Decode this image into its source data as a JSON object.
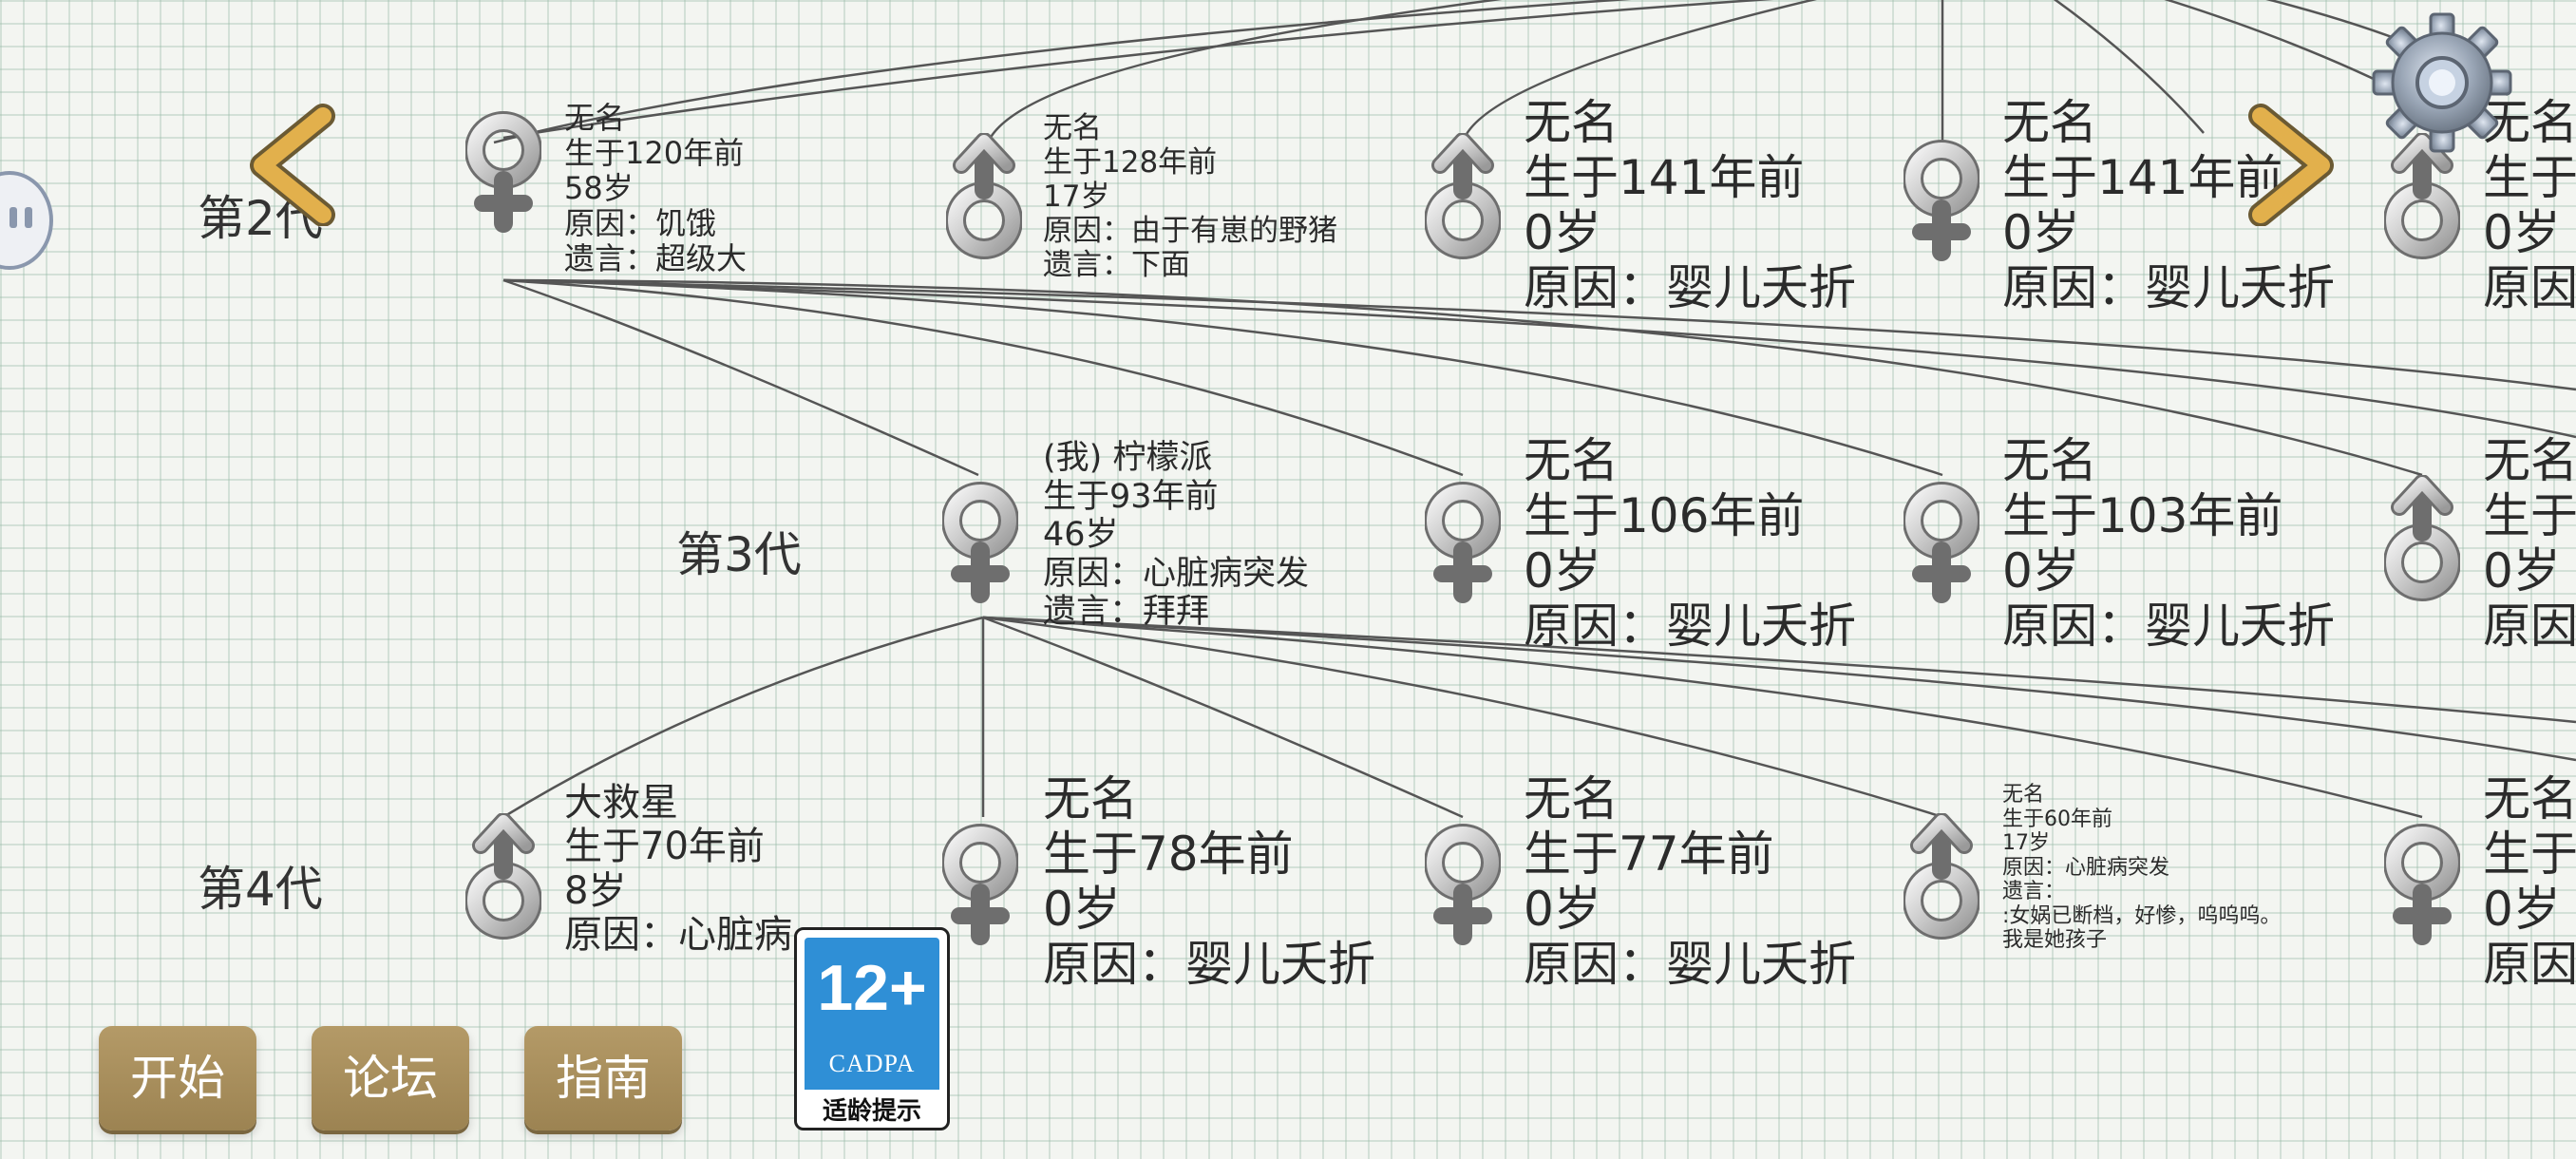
{
  "generations": [
    {
      "label": "第2代"
    },
    {
      "label": "第3代"
    },
    {
      "label": "第4代"
    }
  ],
  "tree": {
    "gen2": [
      {
        "symbol": "female",
        "lines": [
          "无名",
          "生于120年前",
          "58岁",
          "原因：饥饿",
          "遗言：超级大"
        ]
      },
      {
        "symbol": "male",
        "lines": [
          "无名",
          "生于128年前",
          "17岁",
          "原因：由于有崽的野猪",
          "遗言：下面"
        ]
      },
      {
        "symbol": "male",
        "lines": [
          "无名",
          "生于141年前",
          "0岁",
          "原因：婴儿夭折"
        ]
      },
      {
        "symbol": "female",
        "lines": [
          "无名",
          "生于141年前",
          "0岁",
          "原因：婴儿夭折"
        ]
      },
      {
        "symbol": "male",
        "lines": [
          "无名",
          "生于",
          "0岁",
          "原因"
        ]
      }
    ],
    "gen3": [
      {
        "symbol": "female",
        "lines": [
          "(我) 柠檬派",
          "生于93年前",
          "46岁",
          "原因：心脏病突发",
          "遗言：拜拜"
        ]
      },
      {
        "symbol": "female",
        "lines": [
          "无名",
          "生于106年前",
          "0岁",
          "原因：婴儿夭折"
        ]
      },
      {
        "symbol": "female",
        "lines": [
          "无名",
          "生于103年前",
          "0岁",
          "原因：婴儿夭折"
        ]
      },
      {
        "symbol": "male",
        "lines": [
          "无名",
          "生于",
          "0岁",
          "原因"
        ]
      }
    ],
    "gen4": [
      {
        "symbol": "male",
        "lines": [
          "大救星",
          "生于70年前",
          "8岁",
          "原因：心脏病"
        ]
      },
      {
        "symbol": "female",
        "lines": [
          "无名",
          "生于78年前",
          "0岁",
          "原因：婴儿夭折"
        ]
      },
      {
        "symbol": "female",
        "lines": [
          "无名",
          "生于77年前",
          "0岁",
          "原因：婴儿夭折"
        ]
      },
      {
        "symbol": "male",
        "lines": [
          "无名",
          "生于60年前",
          "17岁",
          "原因：心脏病突发",
          "遗言：",
          ":女娲已断档，好惨，呜呜呜。",
          "我是她孩子"
        ]
      },
      {
        "symbol": "female",
        "lines": [
          "无名",
          "生于",
          "0岁",
          "原因"
        ]
      }
    ]
  },
  "buttons": {
    "start": "开始",
    "forum": "论坛",
    "guide": "指南"
  },
  "age_rating": {
    "number": "12+",
    "org": "CADPA",
    "caption": "适龄提示"
  },
  "icons": {
    "prev": "chevron-left-icon",
    "next": "chevron-right-icon",
    "settings": "gear-icon",
    "side": "pause-icon",
    "female": "female-symbol-icon",
    "male": "male-symbol-icon"
  },
  "colors": {
    "grid": "#96b9a5",
    "button": "#a88f5c",
    "arrow": "#e2b04c",
    "badge": "#2f8fd6"
  }
}
